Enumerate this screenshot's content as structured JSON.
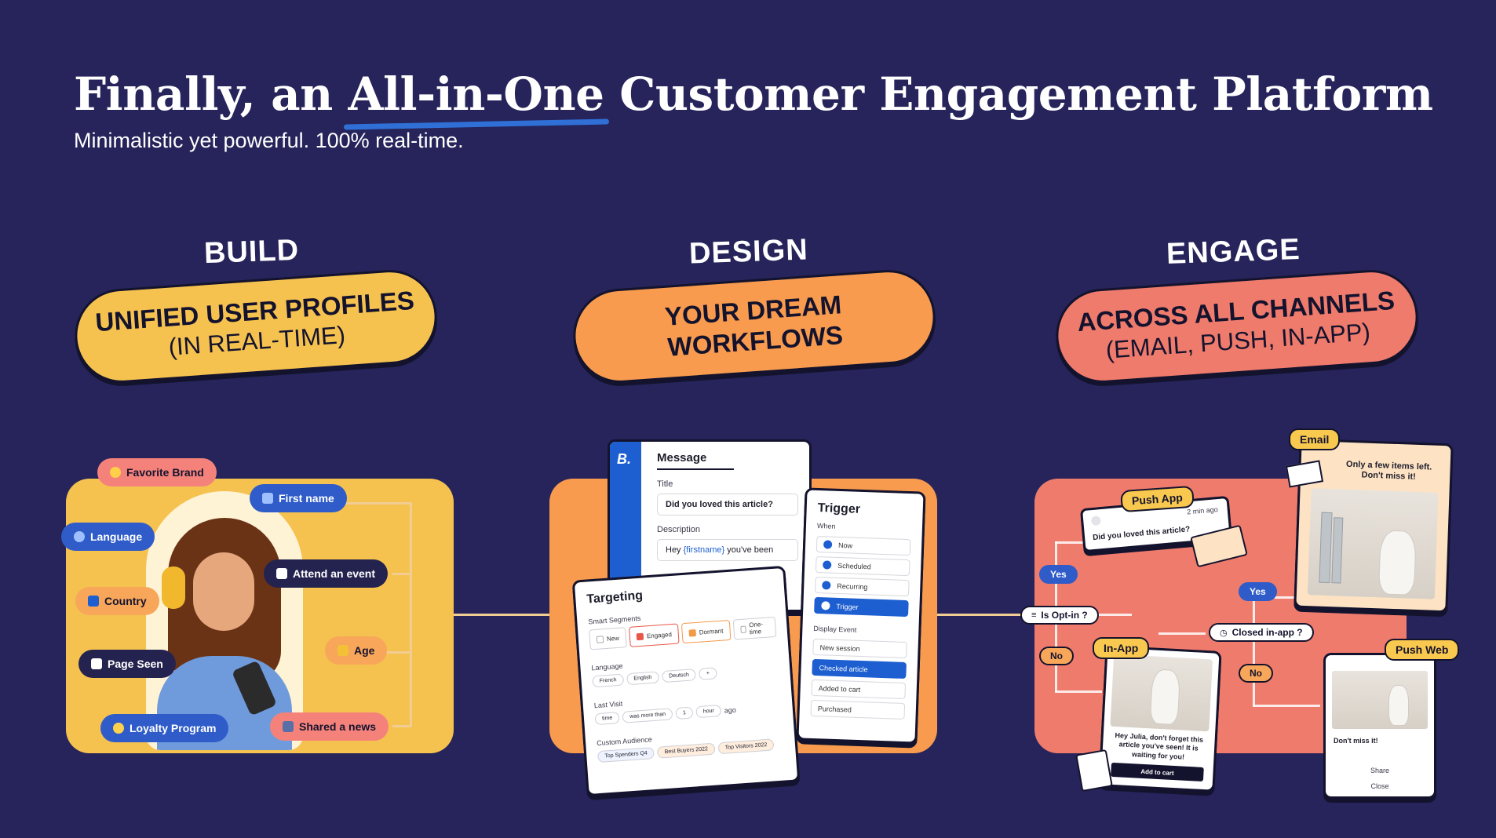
{
  "header": {
    "title_pre": "Finally, an ",
    "title_highlight": "All-in-One",
    "title_post": " Customer Engagement Platform",
    "subtitle": "Minimalistic yet powerful. 100% real-time."
  },
  "sections": [
    {
      "label": "BUILD",
      "pill_strong": "UNIFIED USER PROFILES",
      "pill_light": "(IN REAL-TIME)",
      "color": "#f6c24f"
    },
    {
      "label": "DESIGN",
      "pill_strong": "YOUR DREAM",
      "pill_strong2": "WORKFLOWS",
      "color": "#f89b4e"
    },
    {
      "label": "ENGAGE",
      "pill_strong": "ACROSS ALL CHANNELS",
      "pill_light": "(EMAIL, PUSH, IN-APP)",
      "color": "#ef7b6c"
    }
  ],
  "build": {
    "chips": {
      "favorite_brand": "Favorite Brand",
      "first_name": "First name",
      "language": "Language",
      "attend_event": "Attend an event",
      "country": "Country",
      "age": "Age",
      "page_seen": "Page Seen",
      "loyalty": "Loyalty Program",
      "shared_news": "Shared a news"
    }
  },
  "design": {
    "logo": "B.",
    "message": {
      "heading": "Message",
      "title_label": "Title",
      "title_value": "Did you loved this article?",
      "desc_label": "Description",
      "desc_pre": "Hey ",
      "desc_var": "{firstname}",
      "desc_post": " you've been"
    },
    "targeting": {
      "heading": "Targeting",
      "smart_label": "Smart Segments",
      "segments": [
        "New",
        "Engaged",
        "Dormant",
        "One-time"
      ],
      "language_label": "Language",
      "languages": [
        "French",
        "English",
        "Deutsch"
      ],
      "language_add": "+",
      "last_visit_label": "Last Visit",
      "last_visit": [
        "time",
        "was more than",
        "1",
        "hour",
        "ago"
      ],
      "audience_label": "Custom Audience",
      "audiences": [
        "Top Spenders Q4",
        "Best Buyers 2022",
        "Top Visitors 2022"
      ]
    },
    "trigger": {
      "heading": "Trigger",
      "when_label": "When",
      "when_options": [
        "Now",
        "Scheduled",
        "Recurring",
        "Trigger"
      ],
      "display_label": "Display Event",
      "events": [
        "New session",
        "Checked article",
        "Added to cart",
        "Purchased"
      ]
    }
  },
  "engage": {
    "email_label": "Email",
    "email_text": "Only a few items left. Don't miss it!",
    "push_app_label": "Push App",
    "push_app_text": "Did you loved this article?",
    "push_app_time": "2 min ago",
    "yes1": "Yes",
    "yes2": "Yes",
    "no1": "No",
    "no2": "No",
    "opt_in": "Is Opt-in ?",
    "closed_inapp": "Closed in-app ?",
    "inapp_label": "In-App",
    "inapp_text": "Hey Julia, don't forget this article you've seen! It is waiting for you!",
    "inapp_button": "Add to cart",
    "push_web_label": "Push Web",
    "push_web_text": "Don't miss it!",
    "push_web_share": "Share",
    "push_web_close": "Close"
  },
  "colors": {
    "background": "#26245a",
    "yellow": "#f6c24f",
    "orange": "#f89b4e",
    "coral": "#ef7b6c",
    "navy": "#24234f",
    "blue": "#2f5cc9"
  }
}
